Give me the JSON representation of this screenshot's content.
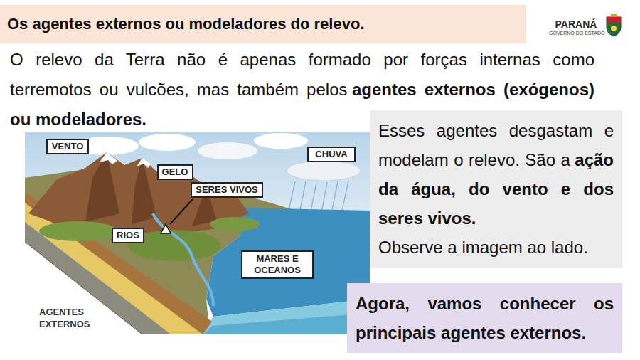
{
  "diagram": {
    "title": "Os agentes externos ou modeladores do relevo.",
    "nodes": [
      {
        "text": [
          "VENTO"
        ]
      },
      {
        "text": [
          "CHUVA"
        ]
      },
      {
        "text": [
          "GELO"
        ]
      },
      {
        "text": [
          "SERES VIVOS"
        ]
      },
      {
        "text": [
          "RIOS"
        ]
      },
      {
        "text": [
          "MARES E OCEANOS"
        ]
      },
      {
        "text": [
          "Esses agentes desgastam e modelam o relevo. São a",
          "ação da água, do vento e dos seres vivos.",
          "Observe a imagem ao lado."
        ]
      },
      {
        "text": [
          "Agora, vamos conhecer os principais agentes externos."
        ]
      }
    ],
    "labels": [
      "PARANÁ",
      "GOVERNO DO ESTADO",
      "O relevo da Terra não é apenas formado por forças internas como terremotos ou vulcões, mas também pelos",
      "agentes externos (exógenos) ou modeladores.",
      "AGENTES EXTERNOS"
    ]
  }
}
